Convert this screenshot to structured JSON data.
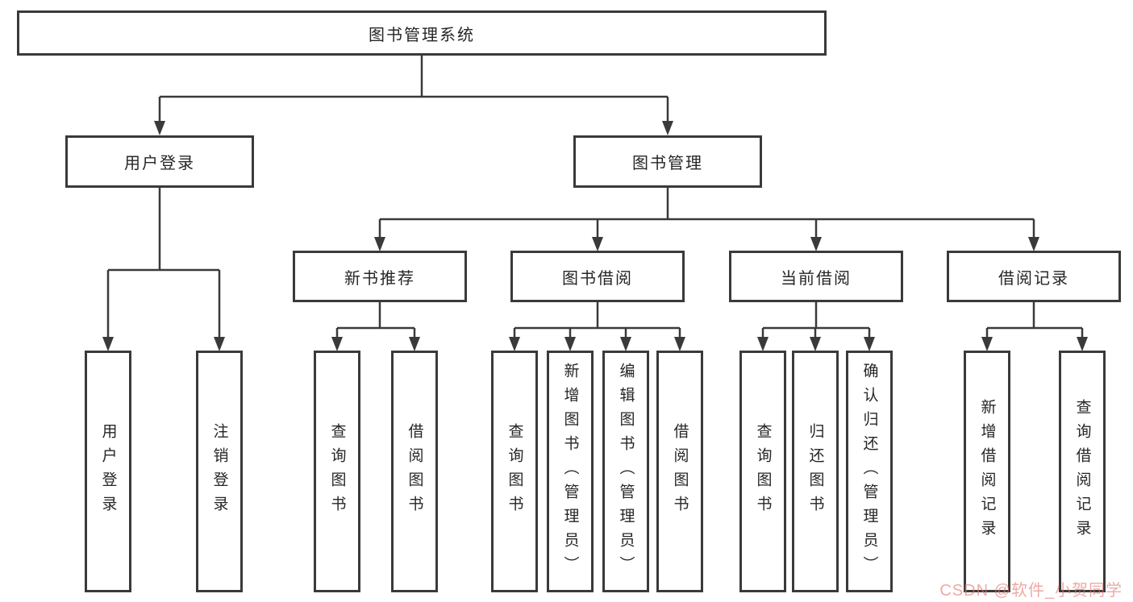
{
  "diagram": {
    "title": "图书管理系统",
    "level2": [
      {
        "label": "用户登录"
      },
      {
        "label": "图书管理"
      }
    ],
    "level3": [
      {
        "label": "新书推荐"
      },
      {
        "label": "图书借阅"
      },
      {
        "label": "当前借阅"
      },
      {
        "label": "借阅记录"
      }
    ],
    "leaves": [
      {
        "label": "用户登录"
      },
      {
        "label": "注销登录"
      },
      {
        "label": "查询图书"
      },
      {
        "label": "借阅图书"
      },
      {
        "label": "查询图书"
      },
      {
        "label": "新增图书（管理员）"
      },
      {
        "label": "编辑图书（管理员）"
      },
      {
        "label": "借阅图书"
      },
      {
        "label": "查询图书"
      },
      {
        "label": "归还图书"
      },
      {
        "label": "确认归还（管理员）"
      },
      {
        "label": "新增借阅记录"
      },
      {
        "label": "查询借阅记录"
      }
    ],
    "watermark": "CSDN @软件_小贺同学",
    "colors": {
      "line": "#3a3a3a",
      "text": "#262626",
      "background": "#ffffff",
      "watermark_tint": "#e2766c"
    }
  }
}
